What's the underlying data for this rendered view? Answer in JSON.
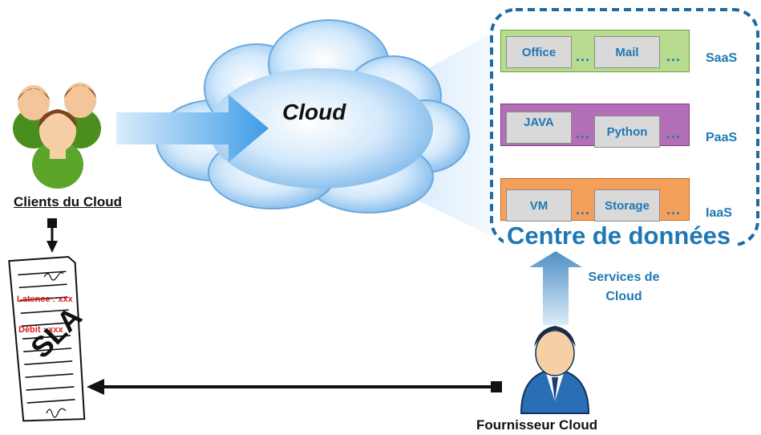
{
  "cloud": {
    "label": "Cloud"
  },
  "clients": {
    "label": "Clients du Cloud"
  },
  "provider": {
    "label": "Fournisseur Cloud"
  },
  "services": {
    "line1": "Services de",
    "line2": "Cloud"
  },
  "datacenter": {
    "title": "Centre de données",
    "layers": [
      {
        "name": "SaaS",
        "items": [
          "Office",
          "Mail"
        ],
        "dots": "...",
        "fill": "#b7dc8f"
      },
      {
        "name": "PaaS",
        "items": [
          "JAVA",
          "Python"
        ],
        "dots": "...",
        "fill": "#b36fb5"
      },
      {
        "name": "IaaS",
        "items": [
          "VM",
          "Storage"
        ],
        "dots": "...",
        "fill": "#f5a05a"
      }
    ]
  },
  "sla": {
    "latence": "Latence : xxx",
    "debit": "Débit : xxx",
    "stamp": "SLA"
  },
  "colors": {
    "accent": "#1f78b4",
    "dash": "#1f6a9e",
    "sla_red": "#e02020"
  }
}
